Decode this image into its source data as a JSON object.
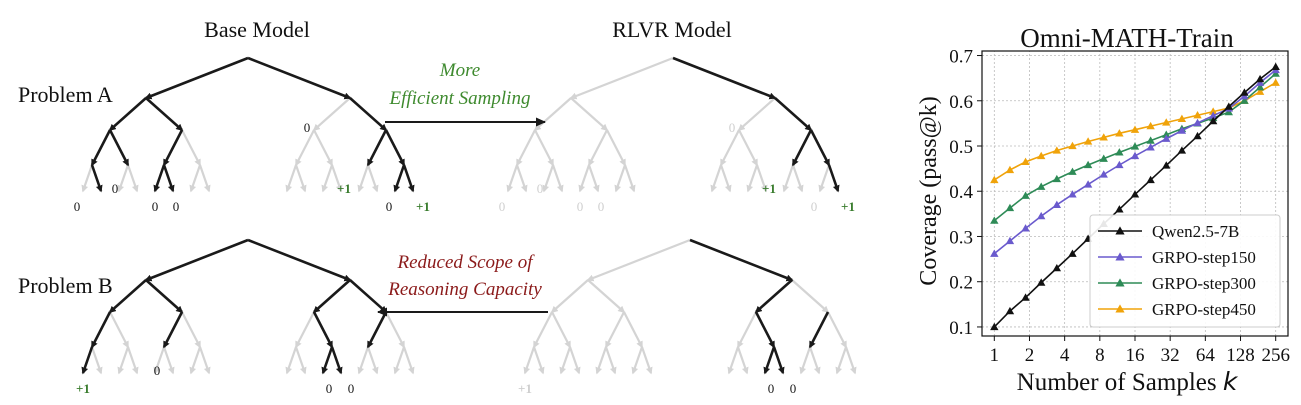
{
  "left_panel": {
    "base_model_title": "Base Model",
    "rlvr_model_title": "RLVR Model",
    "problem_a_label": "Problem A",
    "problem_b_label": "Problem B",
    "arrow_a_text": [
      "More",
      "Efficient Sampling"
    ],
    "arrow_b_text": [
      "Reduced Scope of",
      "Reasoning Capacity"
    ],
    "reward_zero": "0",
    "reward_one": "+1",
    "colors": {
      "dark": "#1a1a1a",
      "light": "#d4d4d4",
      "reward_green": "#3a7d2e",
      "green_text": "#3e8a2e",
      "red_text": "#8b1a1a"
    }
  },
  "chart_data": {
    "type": "line",
    "title": "Omni-MATH-Train",
    "xlabel": "Number of Samples k",
    "ylabel": "Coverage (pass@k)",
    "x": [
      1,
      1.414,
      2,
      2.828,
      4,
      5.657,
      8,
      11.31,
      16,
      22.63,
      32,
      45.25,
      64,
      90.51,
      128,
      181.02,
      256
    ],
    "x_scale": "log2",
    "xticks": [
      "1",
      "2",
      "4",
      "8",
      "16",
      "32",
      "64",
      "128",
      "256"
    ],
    "yticks": [
      "0.1",
      "0.2",
      "0.3",
      "0.4",
      "0.5",
      "0.6",
      "0.7"
    ],
    "ylim": [
      0.08,
      0.71
    ],
    "grid": true,
    "legend_position": "bottom-right",
    "series": [
      {
        "name": "Qwen2.5-7B",
        "color": "#111111",
        "values": [
          0.1,
          0.135,
          0.165,
          0.198,
          0.23,
          0.262,
          0.295,
          0.328,
          0.36,
          0.393,
          0.425,
          0.457,
          0.49,
          0.522,
          0.555,
          0.587,
          0.618,
          0.648,
          0.675
        ]
      },
      {
        "name": "GRPO-step150",
        "color": "#6a5acd",
        "values": [
          0.262,
          0.29,
          0.318,
          0.345,
          0.37,
          0.393,
          0.415,
          0.437,
          0.458,
          0.478,
          0.497,
          0.516,
          0.534,
          0.551,
          0.567,
          0.583,
          0.61,
          0.64,
          0.668
        ]
      },
      {
        "name": "GRPO-step300",
        "color": "#2e8b57",
        "values": [
          0.335,
          0.363,
          0.39,
          0.41,
          0.427,
          0.443,
          0.458,
          0.472,
          0.486,
          0.499,
          0.512,
          0.525,
          0.538,
          0.55,
          0.562,
          0.575,
          0.6,
          0.63,
          0.66
        ]
      },
      {
        "name": "GRPO-step450",
        "color": "#f0a30a",
        "values": [
          0.425,
          0.447,
          0.465,
          0.478,
          0.49,
          0.5,
          0.51,
          0.519,
          0.528,
          0.536,
          0.544,
          0.552,
          0.56,
          0.568,
          0.576,
          0.584,
          0.6,
          0.62,
          0.64
        ]
      }
    ]
  }
}
